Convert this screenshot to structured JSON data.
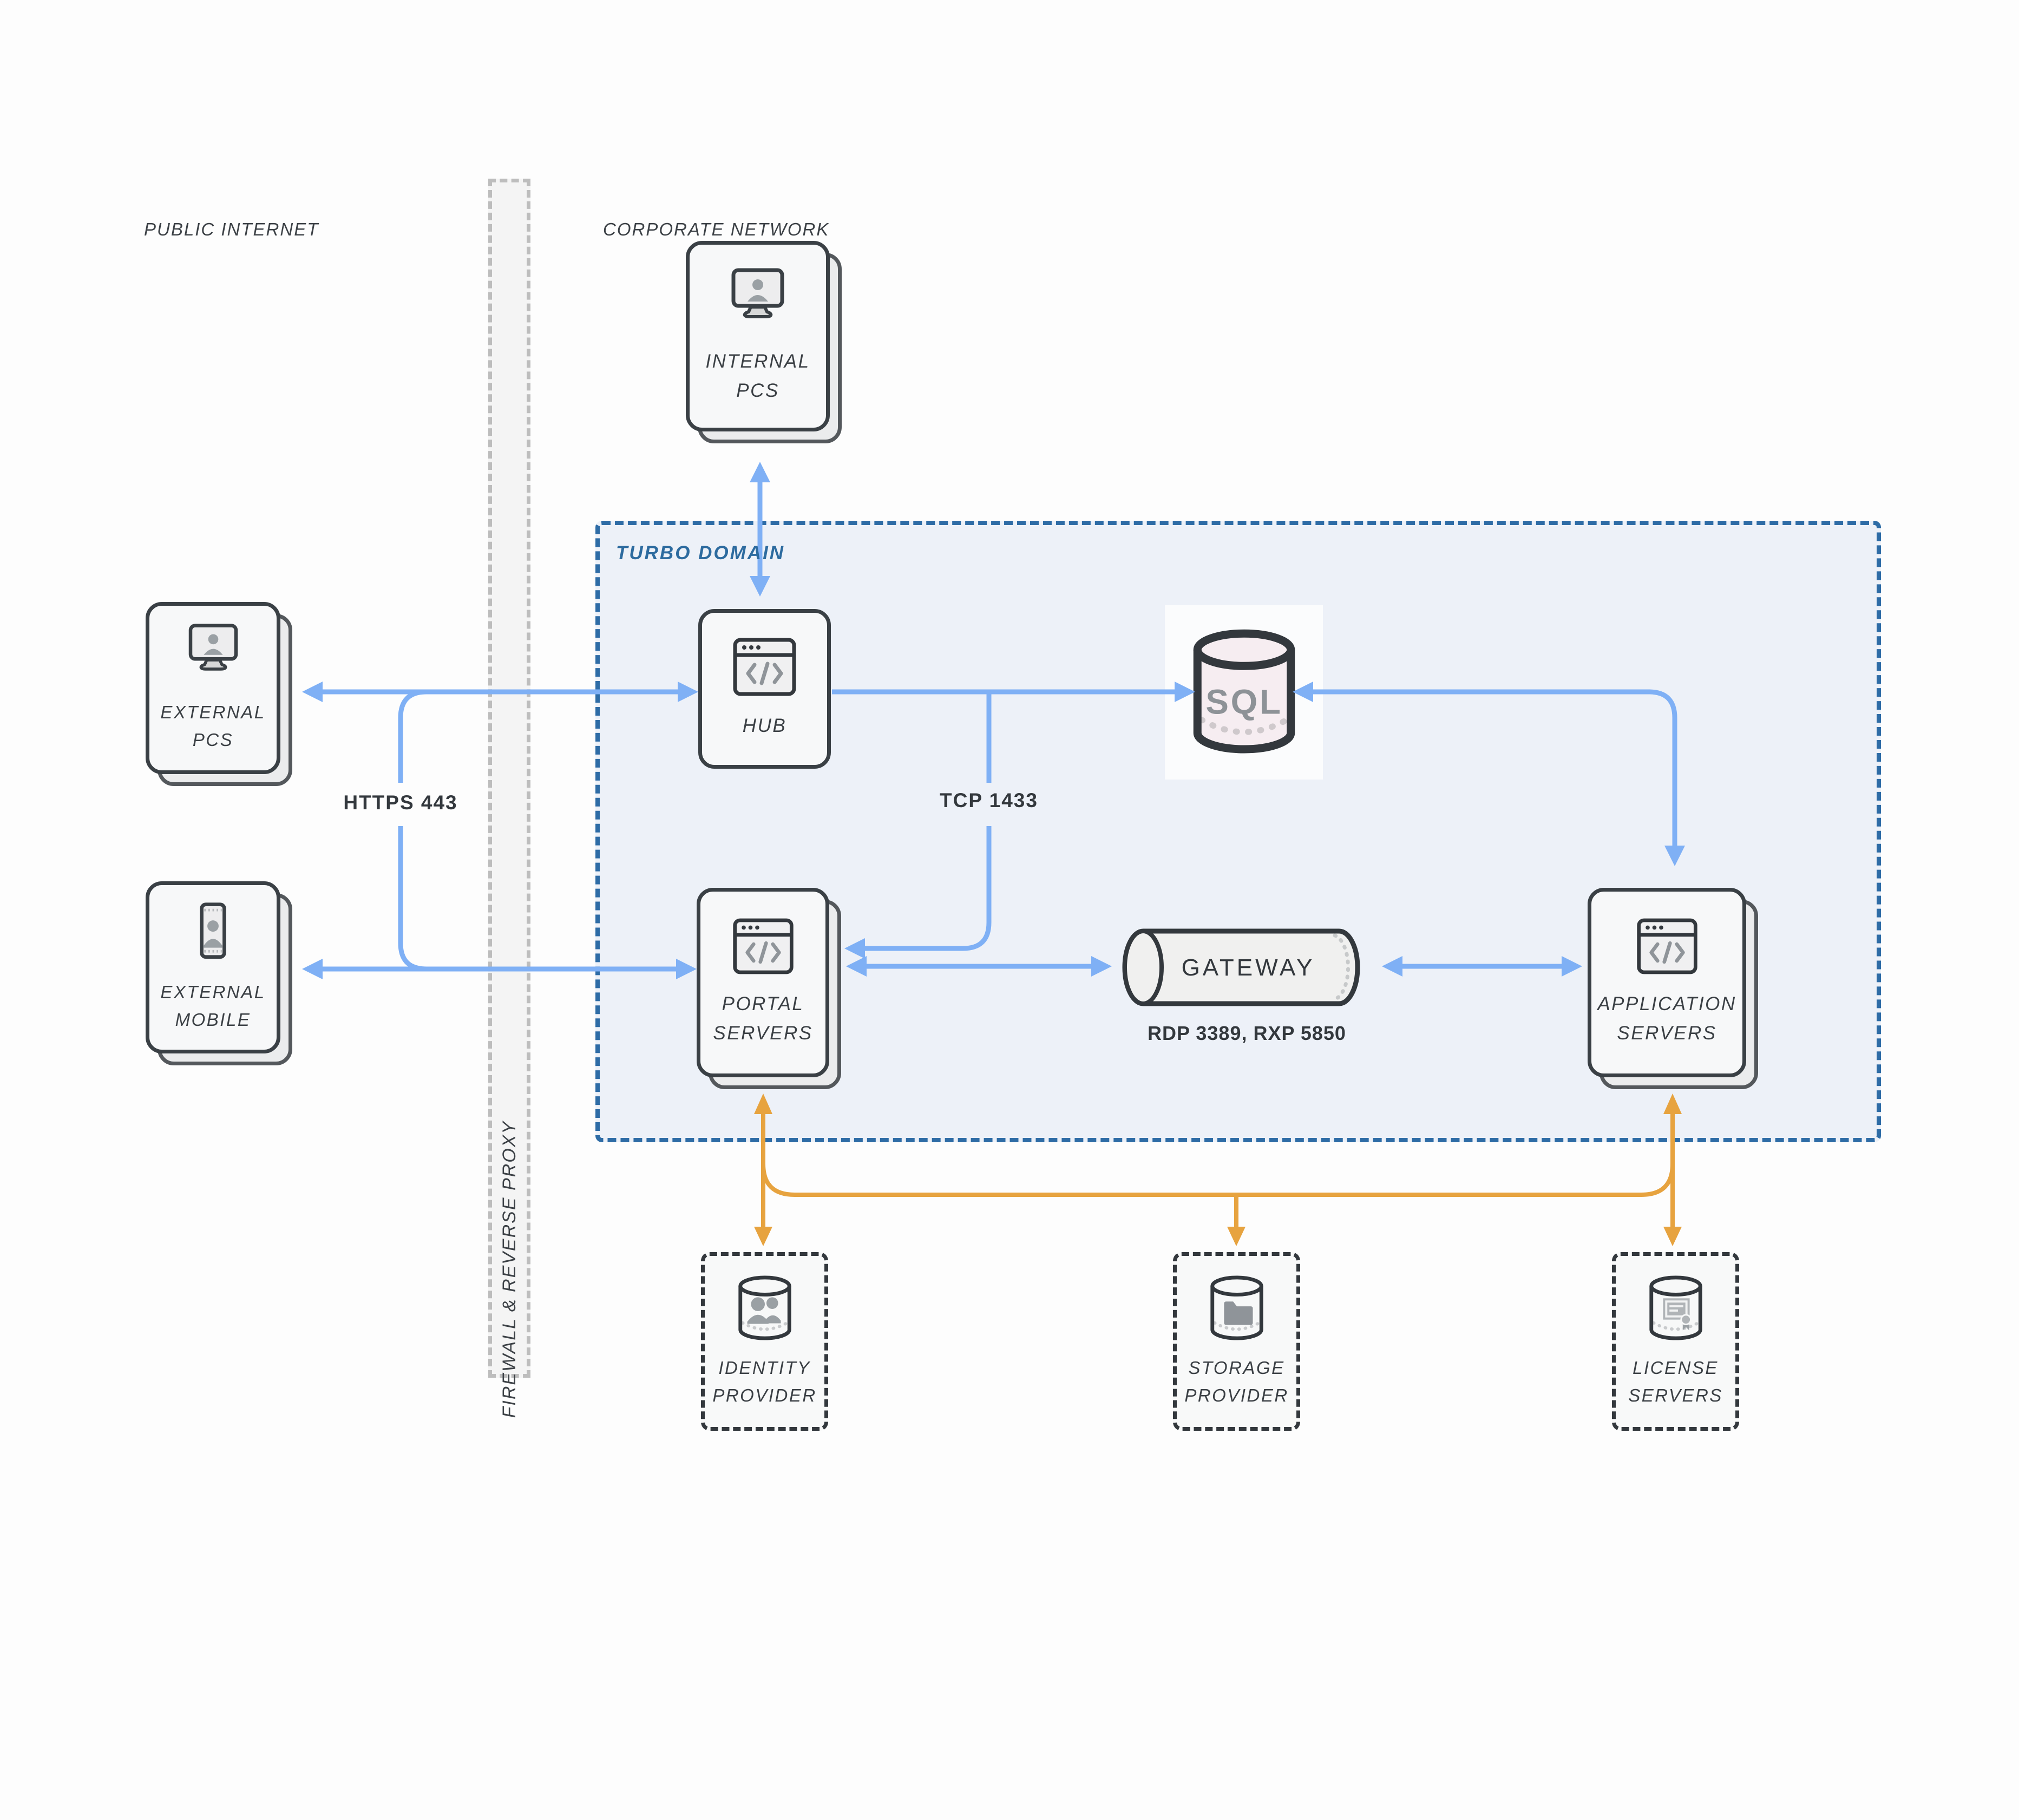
{
  "colors": {
    "background": "#fdfdfd",
    "blue_line": "#7fb0f5",
    "orange_line": "#e7a33f",
    "domain_border": "#2e6ca6",
    "domain_fill": "#edf1f8",
    "domain_label": "#2d6b9f",
    "card_border": "#3a4045",
    "firewall_fill": "#f4f4f4",
    "text": "#3b4045"
  },
  "sections": {
    "public_internet": "PUBLIC INTERNET",
    "corporate_network": "CORPORATE NETWORK",
    "firewall": "FIREWALL & REVERSE PROXY",
    "turbo_domain": "TURBO DOMAIN"
  },
  "nodes": {
    "internal_pcs": {
      "label": "INTERNAL PCS",
      "icon": "monitor-user-icon"
    },
    "external_pcs": {
      "label": "EXTERNAL PCS",
      "icon": "monitor-user-icon"
    },
    "external_mobile": {
      "label": "EXTERNAL MOBILE",
      "icon": "mobile-user-icon"
    },
    "hub": {
      "label": "HUB",
      "icon": "browser-code-icon"
    },
    "portal_servers": {
      "label": "PORTAL SERVERS",
      "icon": "browser-code-icon"
    },
    "application_servers": {
      "label": "APPLICATION SERVERS",
      "icon": "browser-code-icon"
    },
    "sql_database": {
      "label": "SQL",
      "icon": "database-cylinder-icon"
    },
    "gateway": {
      "label": "GATEWAY",
      "ports_label": "RDP 3389, RXP 5850",
      "icon": "pipe-cylinder-icon"
    },
    "identity_provider": {
      "label": "IDENTITY PROVIDER",
      "icon": "users-database-icon"
    },
    "storage_provider": {
      "label": "STORAGE PROVIDER",
      "icon": "folder-database-icon"
    },
    "license_servers": {
      "label": "LICENSE SERVERS",
      "icon": "certificate-database-icon"
    }
  },
  "connections": {
    "https_label": "HTTPS 443",
    "tcp_label": "TCP 1433"
  }
}
